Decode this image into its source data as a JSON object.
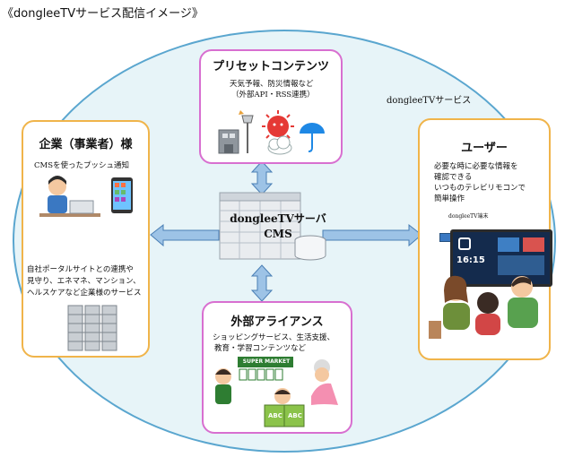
{
  "page_title": "《dongleeTVサービス配信イメージ》",
  "service_label": "dongleeTVサービス",
  "preset": {
    "title": "プリセットコンテンツ",
    "lines": [
      "天気予報、防災情報など",
      "（外部API・RSS連携）"
    ]
  },
  "company": {
    "title": "企業（事業者）様",
    "cms_line": "CMSを使ったプッシュ通知",
    "lines": [
      "自社ポータルサイトとの連携や",
      "見守り、エネマネ、マンション、",
      "ヘルスケアなど企業様のサービス"
    ]
  },
  "user": {
    "title": "ユーザー",
    "lines": [
      "必要な時に必要な情報を",
      "確認できる",
      "いつものテレビリモコンで",
      "簡単操作"
    ],
    "device_label": "dongleeTV端末",
    "tv_time": "16:15"
  },
  "alliance": {
    "title": "外部アライアンス",
    "lines": [
      "ショッピングサービス、生活支援、",
      "教育・学習コンテンツなど"
    ],
    "market_sign": "SUPER MARKET",
    "book_text": "ABC"
  },
  "server": {
    "line1": "dongleeTVサーバ",
    "line2": "CMS"
  },
  "colors": {
    "ellipse_fill": "#e7f4f8",
    "ellipse_border": "#5aa6cf",
    "pink_border": "#d86fd0",
    "orange_border": "#f0b44a",
    "arrow_fill": "#9dc3e6",
    "arrow_stroke": "#4a7fb5"
  }
}
